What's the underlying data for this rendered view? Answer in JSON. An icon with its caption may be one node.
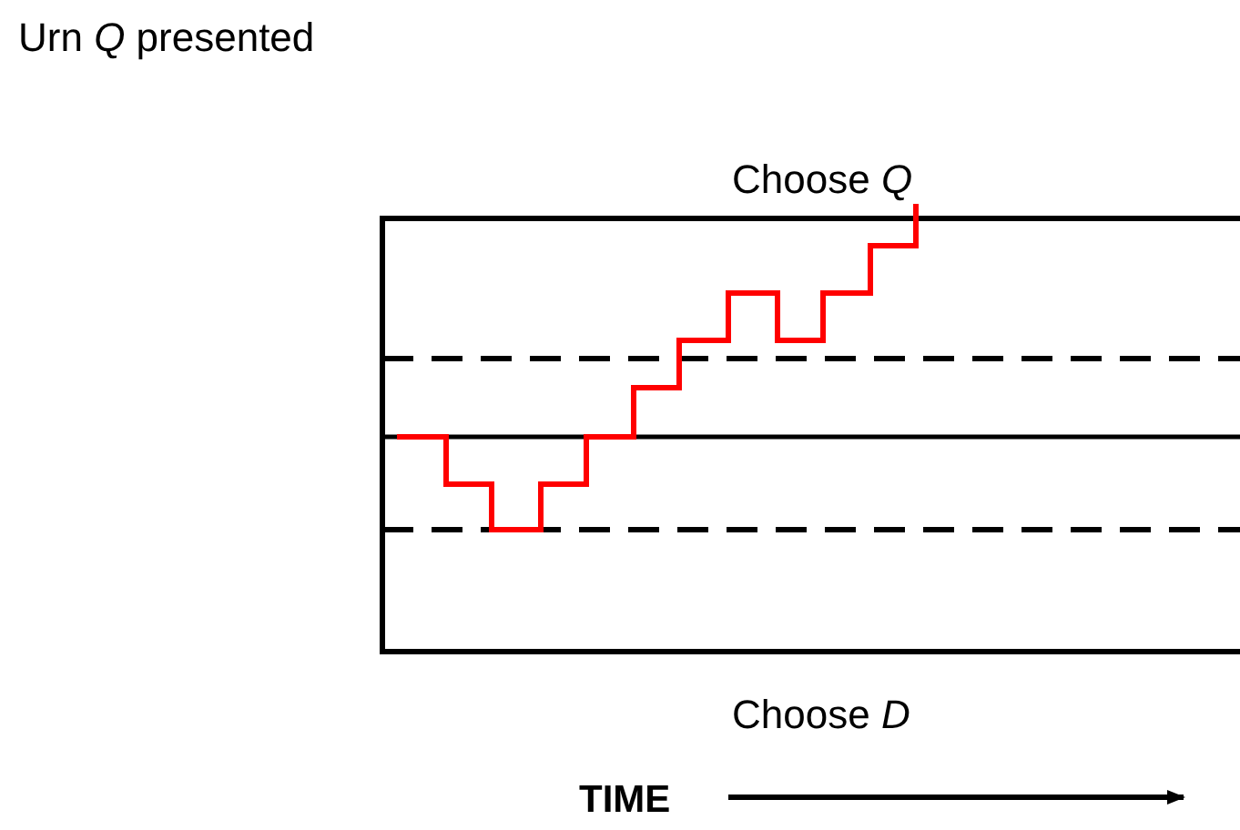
{
  "diagram": {
    "title": "Urn *Q* presented",
    "labels": [
      "Choose *Q*",
      "Choose *D*",
      "TIME"
    ]
  }
}
